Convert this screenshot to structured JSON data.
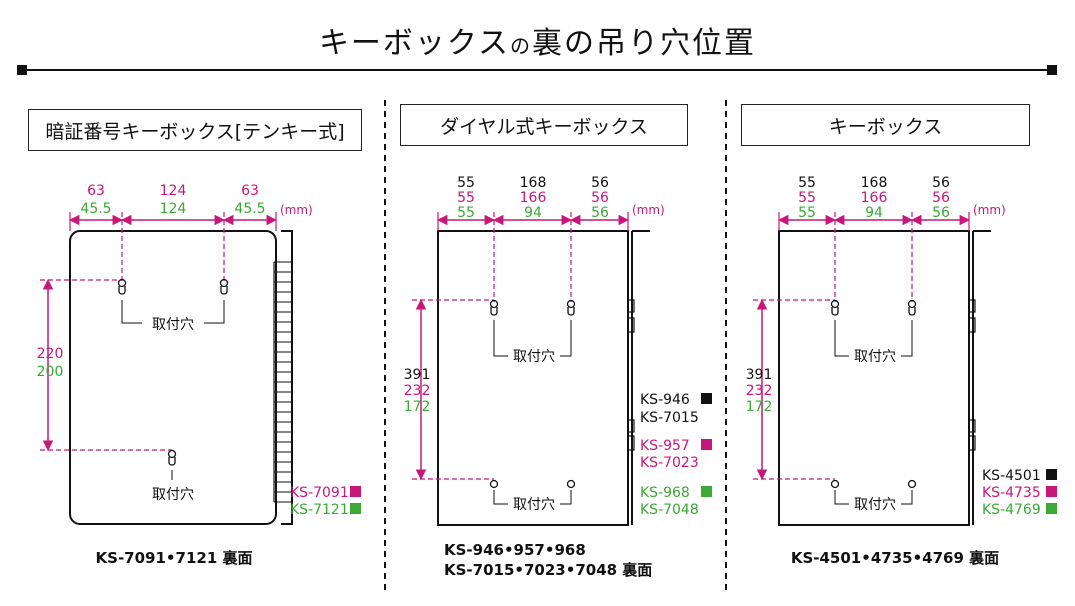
{
  "title": {
    "main_a": "キーボックス",
    "main_b": "の",
    "main_c": "裏の吊り穴位置"
  },
  "colors": {
    "magenta": "#c8177a",
    "green": "#3aa935",
    "black": "#111111"
  },
  "panels": [
    {
      "header": "暗証番号キーボックス[テンキー式]",
      "dims_top": [
        {
          "pink": "63",
          "green": "45.5"
        },
        {
          "pink": "124",
          "green": "124"
        },
        {
          "pink": "63",
          "green": "45.5"
        }
      ],
      "unit": "(mm)",
      "dims_left": {
        "pink": "220",
        "green": "200"
      },
      "hole_label_top": "取付穴",
      "hole_label_bottom": "取付穴",
      "models": [
        {
          "text": "KS-7091",
          "color": "pink"
        },
        {
          "text": "KS-7121",
          "color": "green"
        }
      ],
      "caption": [
        "KS-7091•7121 裏面"
      ]
    },
    {
      "header": "ダイヤル式キーボックス",
      "dims_top": [
        {
          "black": "55",
          "pink": "55",
          "green": "55"
        },
        {
          "black": "168",
          "pink": "166",
          "green": "94"
        },
        {
          "black": "56",
          "pink": "56",
          "green": "56"
        }
      ],
      "unit": "(mm)",
      "dims_left": {
        "black": "391",
        "pink": "232",
        "green": "172"
      },
      "hole_label_top": "取付穴",
      "hole_label_bottom": "取付穴",
      "models": [
        {
          "text": "KS-946",
          "color": "black"
        },
        {
          "text": "KS-7015",
          "color": "black"
        },
        {
          "text": "KS-957",
          "color": "pink"
        },
        {
          "text": "KS-7023",
          "color": "pink"
        },
        {
          "text": "KS-968",
          "color": "green"
        },
        {
          "text": "KS-7048",
          "color": "green"
        }
      ],
      "caption": [
        "KS-946•957•968",
        "KS-7015•7023•7048 裏面"
      ]
    },
    {
      "header": "キーボックス",
      "dims_top": [
        {
          "black": "55",
          "pink": "55",
          "green": "55"
        },
        {
          "black": "168",
          "pink": "166",
          "green": "94"
        },
        {
          "black": "56",
          "pink": "56",
          "green": "56"
        }
      ],
      "unit": "(mm)",
      "dims_left": {
        "black": "391",
        "pink": "232",
        "green": "172"
      },
      "hole_label_top": "取付穴",
      "hole_label_bottom": "取付穴",
      "models": [
        {
          "text": "KS-4501",
          "color": "black"
        },
        {
          "text": "KS-4735",
          "color": "pink"
        },
        {
          "text": "KS-4769",
          "color": "green"
        }
      ],
      "caption": [
        "KS-4501•4735•4769 裏面"
      ]
    }
  ]
}
